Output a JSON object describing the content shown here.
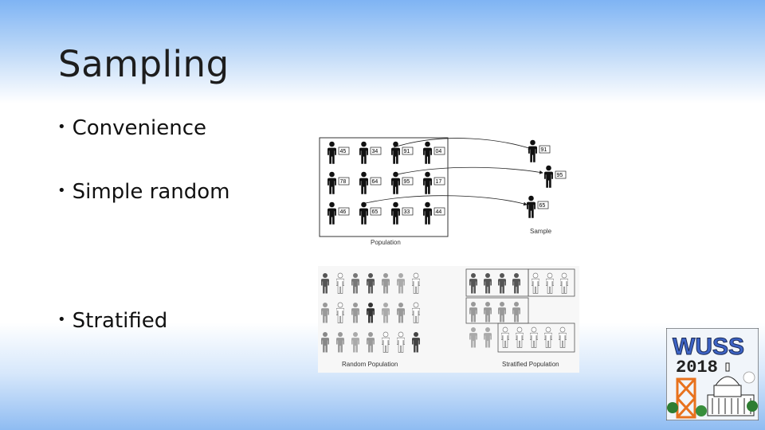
{
  "slide": {
    "title": "Sampling",
    "bullets": [
      "Convenience",
      "Simple random",
      "Stratified"
    ]
  },
  "simple_random_figure": {
    "population_numbers": [
      "45",
      "34",
      "91",
      "04",
      "78",
      "64",
      "95",
      "17",
      "46",
      "65",
      "33",
      "44"
    ],
    "sample_numbers": [
      "91",
      "95",
      "65"
    ],
    "population_label": "Population",
    "sample_label": "Sample"
  },
  "stratified_figure": {
    "random_label": "Random Population",
    "stratified_label": "Stratified Population"
  },
  "logo": {
    "name": "WUSS",
    "year": "2018"
  },
  "colors": {
    "top_gradient": "#7fb4f4",
    "bottom_gradient": "#8fbcf2",
    "logo_orange": "#e8721e",
    "logo_blue": "#3d63c6"
  }
}
